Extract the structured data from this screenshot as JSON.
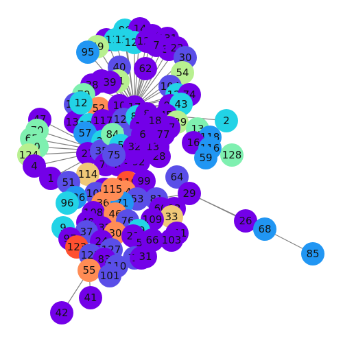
{
  "nodes": [
    {
      "id": "86",
      "color": "#22d3e6"
    },
    {
      "id": "14",
      "color": "#7300e8"
    },
    {
      "id": "106",
      "color": "#7300e8"
    },
    {
      "id": "131",
      "color": "#7300e8"
    },
    {
      "id": "3",
      "color": "#7300e8"
    },
    {
      "id": "118",
      "color": "#22d3e6"
    },
    {
      "id": "137",
      "color": "#22d3e6"
    },
    {
      "id": "120",
      "color": "#22d3e6"
    },
    {
      "id": "121",
      "color": "#7300e8"
    },
    {
      "id": "7",
      "color": "#7300e8"
    },
    {
      "id": "38",
      "color": "#7300e8"
    },
    {
      "id": "22",
      "color": "#7300e8"
    },
    {
      "id": "49",
      "color": "#b8f090"
    },
    {
      "id": "95",
      "color": "#2196f3"
    },
    {
      "id": "30",
      "color": "#5a4ee8"
    },
    {
      "id": "54",
      "color": "#b8f090"
    },
    {
      "id": "40",
      "color": "#5a4ee8"
    },
    {
      "id": "62",
      "color": "#7300e8"
    },
    {
      "id": "61",
      "color": "#b8f090"
    },
    {
      "id": "89",
      "color": "#7300e8"
    },
    {
      "id": "39",
      "color": "#7300e8"
    },
    {
      "id": "38b",
      "label": "38",
      "color": "#7300e8"
    },
    {
      "id": "79",
      "color": "#7ff0b0"
    },
    {
      "id": "104",
      "color": "#5a4ee8"
    },
    {
      "id": "122",
      "color": "#22d3e6"
    },
    {
      "id": "74",
      "color": "#7300e8"
    },
    {
      "id": "102",
      "color": "#5a4ee8"
    },
    {
      "id": "52",
      "color": "#ff8c55"
    },
    {
      "id": "10",
      "color": "#7300e8"
    },
    {
      "id": "17",
      "color": "#7300e8"
    },
    {
      "id": "91",
      "color": "#7300e8"
    },
    {
      "id": "43",
      "color": "#22d3e6"
    },
    {
      "id": "2",
      "color": "#22d3e6"
    },
    {
      "id": "47",
      "color": "#7300e8"
    },
    {
      "id": "131b",
      "label": "131",
      "color": "#7300e8"
    },
    {
      "id": "125",
      "color": "#22d3e6"
    },
    {
      "id": "117",
      "color": "#7300e8"
    },
    {
      "id": "126",
      "color": "#5a4ee8"
    },
    {
      "id": "82",
      "color": "#22d3e6"
    },
    {
      "id": "8",
      "color": "#7300e8"
    },
    {
      "id": "45",
      "color": "#7300e8"
    },
    {
      "id": "129",
      "color": "#b8f090"
    },
    {
      "id": "13",
      "color": "#7ff0b0"
    },
    {
      "id": "70",
      "color": "#7ff0b0"
    },
    {
      "id": "57",
      "color": "#2196f3"
    },
    {
      "id": "65",
      "color": "#7ff0b0"
    },
    {
      "id": "0",
      "color": "#7ff0b0"
    },
    {
      "id": "118b",
      "label": "118",
      "color": "#2196f3"
    },
    {
      "id": "15",
      "color": "#7300e8"
    },
    {
      "id": "20",
      "color": "#7300e8"
    },
    {
      "id": "67",
      "color": "#7300e8"
    },
    {
      "id": "16",
      "color": "#7300e8"
    },
    {
      "id": "116",
      "color": "#2196f3"
    },
    {
      "id": "128",
      "color": "#7ff0b0"
    },
    {
      "id": "124",
      "color": "#b8f090"
    },
    {
      "id": "25",
      "color": "#22d3e6"
    },
    {
      "id": "63",
      "color": "#b8f090"
    },
    {
      "id": "94",
      "color": "#5a4ee8"
    },
    {
      "id": "73",
      "color": "#7300e8"
    },
    {
      "id": "19",
      "color": "#7300e8"
    },
    {
      "id": "4",
      "color": "#7300e8"
    },
    {
      "id": "27",
      "color": "#7300e8"
    },
    {
      "id": "35",
      "color": "#5a4ee8"
    },
    {
      "id": "130",
      "color": "#22d3e6"
    },
    {
      "id": "28",
      "color": "#7300e8"
    },
    {
      "id": "59",
      "color": "#2196f3"
    },
    {
      "id": "78",
      "color": "#7300e8"
    },
    {
      "id": "44",
      "color": "#7300e8"
    },
    {
      "id": "50",
      "color": "#7300e8"
    },
    {
      "id": "92",
      "color": "#7300e8"
    },
    {
      "id": "114",
      "color": "#f0c878"
    },
    {
      "id": "1",
      "color": "#7300e8"
    },
    {
      "id": "51",
      "color": "#5a4ee8"
    },
    {
      "id": "64",
      "color": "#5a4ee8"
    },
    {
      "id": "11",
      "color": "#7300e8"
    },
    {
      "id": "119",
      "color": "#ff5030"
    },
    {
      "id": "99",
      "color": "#7300e8"
    },
    {
      "id": "105",
      "color": "#5a4ee8"
    },
    {
      "id": "29",
      "color": "#7300e8"
    },
    {
      "id": "136",
      "color": "#2196f3"
    },
    {
      "id": "96",
      "color": "#22d3e6"
    },
    {
      "id": "34",
      "color": "#ff8c55"
    },
    {
      "id": "53",
      "color": "#5a4ee8"
    },
    {
      "id": "81",
      "color": "#5a4ee8"
    },
    {
      "id": "36",
      "color": "#ff8c55"
    },
    {
      "id": "71",
      "color": "#2196f3"
    },
    {
      "id": "60",
      "color": "#7300e8"
    },
    {
      "id": "93",
      "color": "#7300e8"
    },
    {
      "id": "108",
      "color": "#7300e8"
    },
    {
      "id": "46",
      "color": "#ff8c55"
    },
    {
      "id": "33",
      "color": "#f0c878"
    },
    {
      "id": "26",
      "color": "#7300e8"
    },
    {
      "id": "68",
      "color": "#2196f3"
    },
    {
      "id": "48",
      "color": "#7300e8"
    },
    {
      "id": "76",
      "color": "#5a4ee8"
    },
    {
      "id": "109",
      "color": "#7300e8"
    },
    {
      "id": "9",
      "color": "#22d3e6"
    },
    {
      "id": "132",
      "color": "#7300e8"
    },
    {
      "id": "37",
      "color": "#5a4ee8"
    },
    {
      "id": "30b",
      "label": "30",
      "color": "#ff8c55"
    },
    {
      "id": "69",
      "color": "#22d3e6"
    },
    {
      "id": "111",
      "color": "#7300e8"
    },
    {
      "id": "97",
      "color": "#7300e8"
    },
    {
      "id": "21",
      "color": "#7300e8"
    },
    {
      "id": "24",
      "color": "#7300e8"
    },
    {
      "id": "56",
      "color": "#7300e8"
    },
    {
      "id": "66",
      "color": "#7300e8"
    },
    {
      "id": "103",
      "color": "#7300e8"
    },
    {
      "id": "123",
      "color": "#ff5030"
    },
    {
      "id": "127",
      "color": "#5a4ee8"
    },
    {
      "id": "72",
      "color": "#5a4ee8"
    },
    {
      "id": "100",
      "color": "#7300e8"
    },
    {
      "id": "31",
      "color": "#7300e8"
    },
    {
      "id": "121b",
      "label": "121",
      "color": "#5a4ee8"
    },
    {
      "id": "83",
      "color": "#7300e8"
    },
    {
      "id": "85",
      "color": "#2196f3"
    },
    {
      "id": "110",
      "color": "#5a4ee8"
    },
    {
      "id": "55",
      "color": "#ff8c55"
    },
    {
      "id": "101",
      "color": "#5a4ee8"
    },
    {
      "id": "41",
      "color": "#7300e8"
    },
    {
      "id": "42",
      "color": "#7300e8"
    },
    {
      "id": "84",
      "color": "#7ff0b0"
    },
    {
      "id": "5",
      "color": "#22d3e6"
    },
    {
      "id": "12",
      "color": "#22d3e6"
    },
    {
      "id": "18",
      "color": "#7300e8"
    },
    {
      "id": "98",
      "color": "#7300e8"
    },
    {
      "id": "115",
      "color": "#ff8c55"
    },
    {
      "id": "113",
      "color": "#7300e8"
    },
    {
      "id": "77",
      "color": "#7300e8"
    },
    {
      "id": "32",
      "color": "#7300e8"
    },
    {
      "id": "6",
      "color": "#7300e8"
    },
    {
      "id": "75",
      "color": "#5a4ee8"
    }
  ],
  "edges": [
    [
      "17",
      "86"
    ],
    [
      "17",
      "14"
    ],
    [
      "17",
      "106"
    ],
    [
      "17",
      "131"
    ],
    [
      "17",
      "3"
    ],
    [
      "17",
      "118"
    ],
    [
      "17",
      "137"
    ],
    [
      "17",
      "120"
    ],
    [
      "17",
      "121"
    ],
    [
      "17",
      "7"
    ],
    [
      "17",
      "38"
    ],
    [
      "17",
      "22"
    ],
    [
      "17",
      "49"
    ],
    [
      "17",
      "95"
    ],
    [
      "17",
      "30"
    ],
    [
      "17",
      "54"
    ],
    [
      "17",
      "40"
    ],
    [
      "17",
      "62"
    ],
    [
      "17",
      "61"
    ],
    [
      "17",
      "89"
    ],
    [
      "17",
      "39"
    ],
    [
      "17",
      "38b"
    ],
    [
      "17",
      "104"
    ],
    [
      "17",
      "122"
    ],
    [
      "17",
      "74"
    ],
    [
      "17",
      "91"
    ],
    [
      "17",
      "43"
    ],
    [
      "17",
      "10"
    ],
    [
      "35",
      "47"
    ],
    [
      "35",
      "70"
    ],
    [
      "35",
      "65"
    ],
    [
      "35",
      "0"
    ],
    [
      "35",
      "124"
    ],
    [
      "35",
      "4"
    ],
    [
      "35",
      "1"
    ],
    [
      "35",
      "131b"
    ],
    [
      "35",
      "125"
    ],
    [
      "35",
      "57"
    ],
    [
      "29",
      "26"
    ],
    [
      "29",
      "68"
    ],
    [
      "68",
      "85"
    ],
    [
      "29",
      "81"
    ],
    [
      "29",
      "33"
    ],
    [
      "2",
      "45"
    ],
    [
      "16",
      "13"
    ],
    [
      "16",
      "118b"
    ],
    [
      "16",
      "116"
    ],
    [
      "16",
      "128"
    ],
    [
      "16",
      "59"
    ],
    [
      "55",
      "42"
    ],
    [
      "55",
      "41"
    ],
    [
      "55",
      "121b"
    ],
    [
      "19",
      "73"
    ],
    [
      "15",
      "20"
    ],
    [
      "36",
      "34"
    ],
    [
      "46",
      "76"
    ],
    [
      "30b",
      "132"
    ]
  ]
}
